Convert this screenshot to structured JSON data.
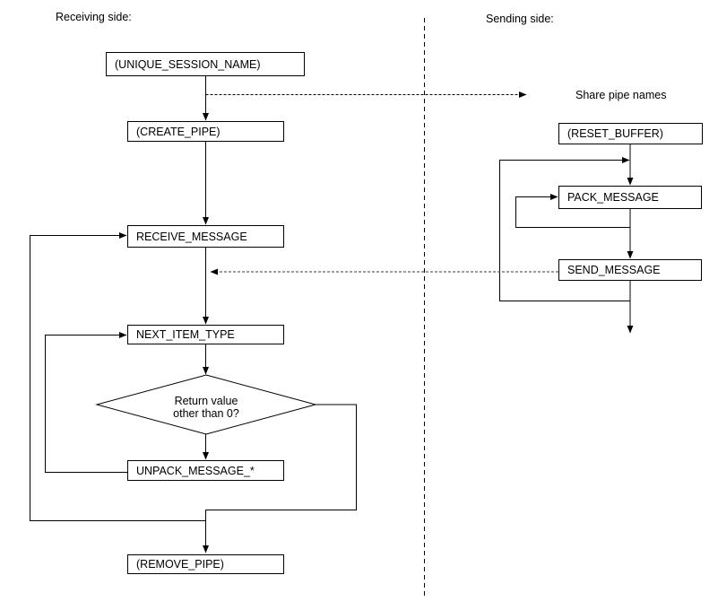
{
  "headers": {
    "receiving": "Receiving side:",
    "sending": "Sending side:"
  },
  "annotations": {
    "share_pipe_names": "Share pipe names"
  },
  "nodes": {
    "unique_session_name": "(UNIQUE_SESSION_NAME)",
    "create_pipe": "(CREATE_PIPE)",
    "receive_message": "RECEIVE_MESSAGE",
    "next_item_type": "NEXT_ITEM_TYPE",
    "decision": {
      "line1": "Return value",
      "line2": "other than 0?"
    },
    "unpack_message": "UNPACK_MESSAGE_*",
    "remove_pipe": "(REMOVE_PIPE)",
    "reset_buffer": "(RESET_BUFFER)",
    "pack_message": "PACK_MESSAGE",
    "send_message": "SEND_MESSAGE"
  },
  "edges": [
    {
      "from": "unique_session_name",
      "to": "create_pipe",
      "style": "solid"
    },
    {
      "from": "unique_session_name",
      "to": "share_pipe_names",
      "style": "dashed"
    },
    {
      "from": "create_pipe",
      "to": "receive_message",
      "style": "solid"
    },
    {
      "from": "receive_message",
      "to": "next_item_type",
      "style": "solid"
    },
    {
      "from": "send_message",
      "to": "receive_message",
      "style": "dashed"
    },
    {
      "from": "next_item_type",
      "to": "decision",
      "style": "solid"
    },
    {
      "from": "decision",
      "to": "unpack_message",
      "style": "solid",
      "branch": "yes"
    },
    {
      "from": "unpack_message",
      "to": "next_item_type",
      "style": "solid",
      "branch": "loop"
    },
    {
      "from": "decision",
      "to": "remove_pipe",
      "style": "solid",
      "branch": "no"
    },
    {
      "from": "decision",
      "to": "receive_message",
      "style": "solid",
      "branch": "loop"
    },
    {
      "from": "reset_buffer",
      "to": "pack_message",
      "style": "solid"
    },
    {
      "from": "pack_message",
      "to": "pack_message",
      "style": "solid",
      "branch": "self-loop"
    },
    {
      "from": "pack_message",
      "to": "send_message",
      "style": "solid"
    },
    {
      "from": "send_message",
      "to": "pack_message",
      "style": "solid",
      "branch": "loop"
    },
    {
      "from": "send_message",
      "to": "continue-down",
      "style": "solid"
    }
  ],
  "colors": {
    "line": "#000000",
    "text": "#000000",
    "background": "#ffffff",
    "dashed_separator": "#000000"
  }
}
